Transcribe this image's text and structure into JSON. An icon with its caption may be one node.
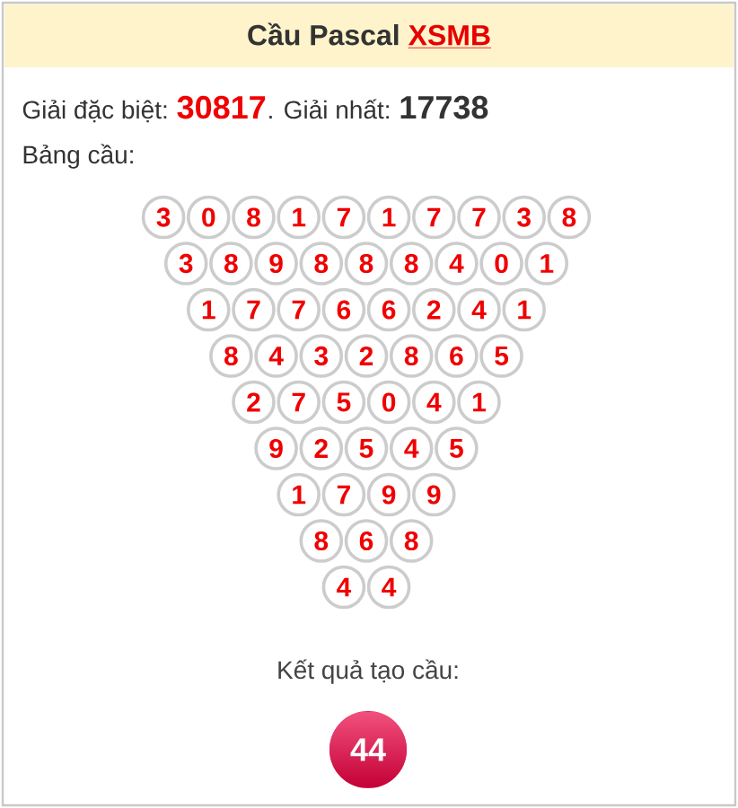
{
  "diagram": {
    "nodes": [
      {
        "text": [
          "Cầu Pascal",
          "XSMB"
        ]
      },
      {
        "text": [
          "3"
        ]
      },
      {
        "text": [
          "0"
        ]
      },
      {
        "text": [
          "8"
        ]
      },
      {
        "text": [
          "1"
        ]
      },
      {
        "text": [
          "7"
        ]
      },
      {
        "text": [
          "1"
        ]
      },
      {
        "text": [
          "7"
        ]
      },
      {
        "text": [
          "7"
        ]
      },
      {
        "text": [
          "3"
        ]
      },
      {
        "text": [
          "8"
        ]
      },
      {
        "text": [
          "3"
        ]
      },
      {
        "text": [
          "8"
        ]
      },
      {
        "text": [
          "9"
        ]
      },
      {
        "text": [
          "8"
        ]
      },
      {
        "text": [
          "8"
        ]
      },
      {
        "text": [
          "8"
        ]
      },
      {
        "text": [
          "4"
        ]
      },
      {
        "text": [
          "0"
        ]
      },
      {
        "text": [
          "1"
        ]
      },
      {
        "text": [
          "1"
        ]
      },
      {
        "text": [
          "7"
        ]
      },
      {
        "text": [
          "7"
        ]
      },
      {
        "text": [
          "6"
        ]
      },
      {
        "text": [
          "6"
        ]
      },
      {
        "text": [
          "2"
        ]
      },
      {
        "text": [
          "4"
        ]
      },
      {
        "text": [
          "1"
        ]
      },
      {
        "text": [
          "8"
        ]
      },
      {
        "text": [
          "4"
        ]
      },
      {
        "text": [
          "3"
        ]
      },
      {
        "text": [
          "2"
        ]
      },
      {
        "text": [
          "8"
        ]
      },
      {
        "text": [
          "6"
        ]
      },
      {
        "text": [
          "5"
        ]
      },
      {
        "text": [
          "2"
        ]
      },
      {
        "text": [
          "7"
        ]
      },
      {
        "text": [
          "5"
        ]
      },
      {
        "text": [
          "0"
        ]
      },
      {
        "text": [
          "4"
        ]
      },
      {
        "text": [
          "1"
        ]
      },
      {
        "text": [
          "9"
        ]
      },
      {
        "text": [
          "2"
        ]
      },
      {
        "text": [
          "5"
        ]
      },
      {
        "text": [
          "4"
        ]
      },
      {
        "text": [
          "5"
        ]
      },
      {
        "text": [
          "1"
        ]
      },
      {
        "text": [
          "7"
        ]
      },
      {
        "text": [
          "9"
        ]
      },
      {
        "text": [
          "9"
        ]
      },
      {
        "text": [
          "8"
        ]
      },
      {
        "text": [
          "6"
        ]
      },
      {
        "text": [
          "8"
        ]
      },
      {
        "text": [
          "4"
        ]
      },
      {
        "text": [
          "4"
        ]
      },
      {
        "text": [
          "44"
        ]
      }
    ],
    "labels": [
      "Giải đặc biệt:",
      "30817",
      ". Giải nhất:",
      "17738",
      "Bảng cầu:",
      "Kết quả tạo cầu:"
    ]
  }
}
